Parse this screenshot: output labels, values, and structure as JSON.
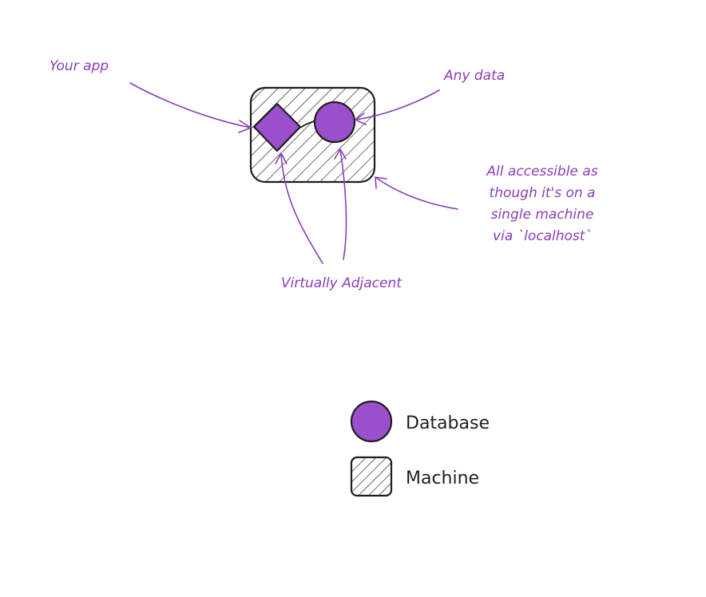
{
  "colors": {
    "accent": "#9b4fcc",
    "accent_stroke": "#7a2aa8",
    "annotation_text": "#8a3db8",
    "ink": "#1e1e1e",
    "background": "#ffffff"
  },
  "annotations": {
    "your_app": "Your app",
    "any_data": "Any data",
    "accessible": [
      "All accessible as",
      "though it's on a",
      "single machine",
      "via `localhost`"
    ],
    "virtually_adjacent": "Virtually Adjacent"
  },
  "legend": {
    "database_label": "Database",
    "machine_label": "Machine"
  },
  "icons": {
    "app": "diamond-icon",
    "database": "circle-icon",
    "machine": "hatched-box-icon"
  }
}
